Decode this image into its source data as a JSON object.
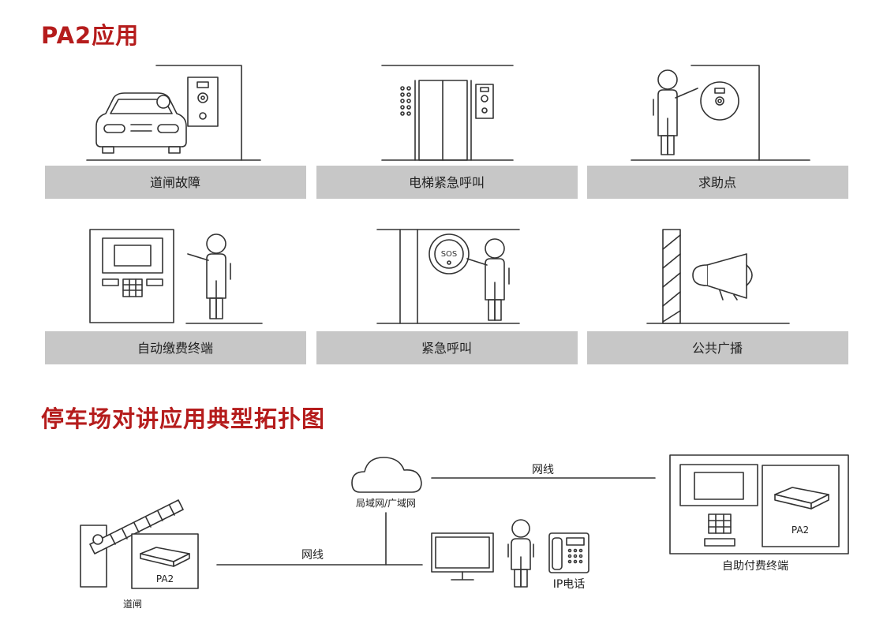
{
  "section1": {
    "title": "PA2应用",
    "cards": [
      {
        "label": "道闸故障",
        "icon": "car-barrier-intercom-icon"
      },
      {
        "label": "电梯紧急呼叫",
        "icon": "elevator-intercom-icon"
      },
      {
        "label": "求助点",
        "icon": "help-point-icon"
      },
      {
        "label": "自动缴费终端",
        "icon": "payment-kiosk-icon"
      },
      {
        "label": "紧急呼叫",
        "icon": "sos-button-icon"
      },
      {
        "label": "公共广播",
        "icon": "megaphone-icon"
      }
    ]
  },
  "section2": {
    "title": "停车场对讲应用典型拓扑图",
    "nodes": {
      "cloud": "局域网/广域网",
      "barrier": "道闸",
      "pa2_left": "PA2",
      "pa2_right": "PA2",
      "ip_phone": "IP电话",
      "kiosk": "自助付费终端"
    },
    "links": {
      "cable_top": "网线",
      "cable_left": "网线"
    }
  },
  "colors": {
    "title_red": "#b51c1c",
    "label_bar_gray": "#c7c7c7",
    "line_dark": "#333333"
  }
}
